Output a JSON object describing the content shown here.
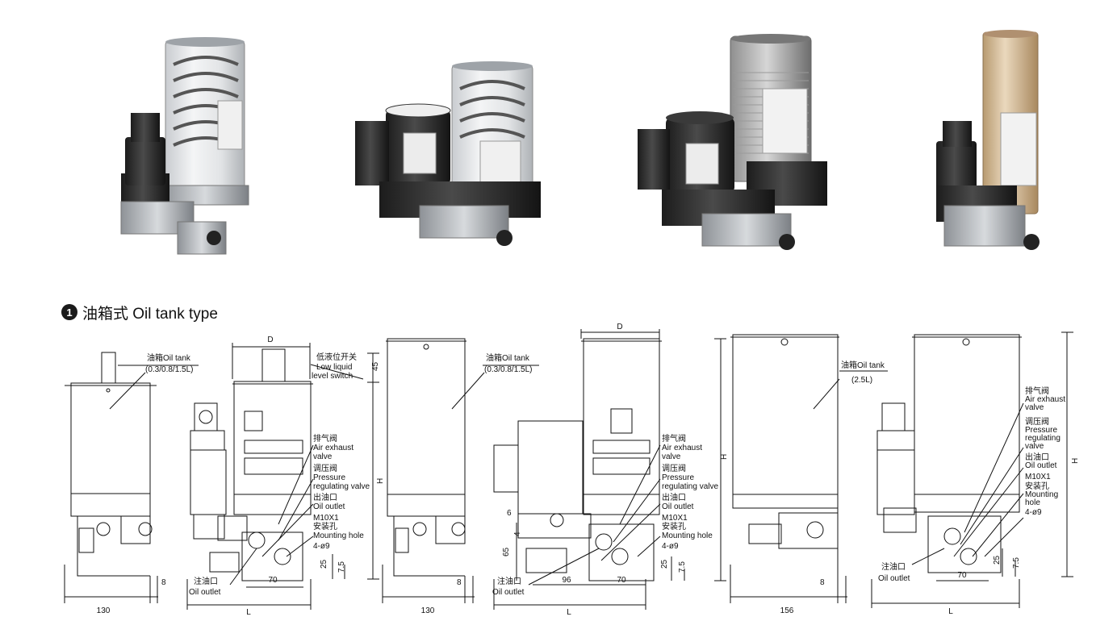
{
  "section": {
    "number": "1",
    "title": "油箱式  Oil tank type"
  },
  "labels": {
    "oil_tank_cn": "油箱Oil tank",
    "capacity_small": "(0.3/0.8/1.5L)",
    "capacity_large": "(2.5L)",
    "low_level_cn": "低液位开关",
    "low_level_en1": "Low liquid",
    "low_level_en2": "level switch",
    "air_exhaust_cn": "排气阀",
    "air_exhaust_en1": "Air exhaust",
    "air_exhaust_en2": "valve",
    "pressure_cn": "调压阀",
    "pressure_en1": "Pressure",
    "pressure_en2": "regulating valve",
    "pressure_en_alt2": "regulating",
    "oil_outlet_cn": "出油口",
    "oil_outlet_en": "Oil outlet",
    "mounting_thread": "M10X1",
    "mounting_cn": "安装孔",
    "mounting_en1": "Mounting hole",
    "mounting_en_alt1": "Mounting",
    "mounting_en_alt2": "hole",
    "mounting_qty": "4-ø9",
    "inlet_cn": "注油口",
    "inlet_en": "Oil outlet"
  },
  "dims": {
    "D": "D",
    "H": "H",
    "L": "L",
    "d45": "45",
    "d8": "8",
    "d130": "130",
    "d156": "156",
    "d70": "70",
    "d96": "96",
    "d65": "65",
    "d25": "25",
    "d7_5": "7.5",
    "d6": "6",
    "d4": "4"
  },
  "colors": {
    "line": "#111111",
    "body": "#ffffff"
  }
}
